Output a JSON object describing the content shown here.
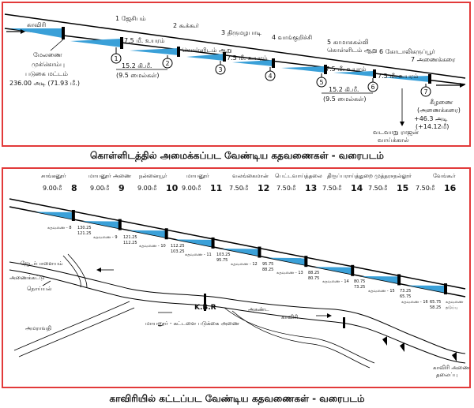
{
  "panel1": {
    "stations": [
      {
        "num": "1",
        "label": "1 ஜேசிபம்"
      },
      {
        "num": "2",
        "label": "2 கூக்கூர்"
      },
      {
        "num": "3",
        "label": "3 திருமழபாடி"
      },
      {
        "num": "4",
        "label": "4 வாங்குறிச்சி"
      },
      {
        "num": "5",
        "label": "5 காமாசுகல்லி"
      },
      {
        "num": "6",
        "label": "6 கோடாலிகருப்பூர்"
      },
      {
        "num": "7",
        "label": "7 அணைக்கரை"
      }
    ],
    "river_label": "காவிரி",
    "height_labels": [
      "7.5 மீ. உயரம்",
      "7.5 மீ. உயரம்",
      "7.5 மீ. உயரம்",
      "7.5 மீ. உயரம்"
    ],
    "kollidam_labels": [
      "கொள்ளிடம் ஆறு",
      "கொள்ளிடம் ஆறு"
    ],
    "dist_labels": [
      {
        "km": "15.2 கி.மீ.",
        "mi": "(9.5 மைல்கள்)"
      },
      {
        "km": "15.2 கி.மீ.",
        "mi": "(9.5 மைல்கள்)"
      }
    ],
    "left_note": [
      "மேலணை",
      "முக்கொம்பு",
      "படுகை மட்டம்",
      "236.00 அடி (71.93 மீ.)"
    ],
    "right_note": [
      "கீழணை",
      "(அணைக்கரை)",
      "+46.3 அடி",
      "(+14.12மீ)"
    ],
    "bottom_note": [
      "வடவாறு ராஜன்",
      "வாய்க்கால்"
    ],
    "caption": "கொள்ளிடத்தில் அமைக்கப்பட வேண்டிய கதவணைகள் - வரைபடம்"
  },
  "panel2": {
    "villages": [
      "சாங்கனூர்",
      "மாயனூர் அணை",
      "நன்னையூர்",
      "மாயனூர்",
      "வலங்கைமான்",
      "பெட்டவாய்த்தலை",
      "திருப்பராய்த்துறை",
      "முத்தரசநல்லூர்",
      "வேங்கூர்"
    ],
    "heights": [
      {
        "h": "9.00மீ",
        "n": "8"
      },
      {
        "h": "9.00மீ",
        "n": "9"
      },
      {
        "h": "9.00மீ",
        "n": "10"
      },
      {
        "h": "9.00மீ",
        "n": "11"
      },
      {
        "h": "7.50மீ",
        "n": "12"
      },
      {
        "h": "7.50மீ",
        "n": "13"
      },
      {
        "h": "7.50மீ",
        "n": "14"
      },
      {
        "h": "7.50மீ",
        "n": "15"
      },
      {
        "h": "7.50மீ",
        "n": "16"
      }
    ],
    "gates": [
      {
        "name": "கதவணை - 8",
        "a": "130.25",
        "b": "121.25"
      },
      {
        "name": "கதவணை - 9",
        "a": "121.25",
        "b": "112.25"
      },
      {
        "name": "கதவணை - 10",
        "a": "112.25",
        "b": "103.25"
      },
      {
        "name": "கதவணை - 11",
        "a": "103.25",
        "b": "95.75"
      },
      {
        "name": "கதவணை - 12",
        "a": "95.75",
        "b": "88.25"
      },
      {
        "name": "கதவணை - 13",
        "a": "88.25",
        "b": "80.75"
      },
      {
        "name": "கதவணை - 14",
        "a": "80.75",
        "b": "73.25"
      },
      {
        "name": "கதவணை - 15",
        "a": "73.25",
        "b": "65.75"
      },
      {
        "name": "கதவணை - 16",
        "a": "65.75",
        "b": "58.25"
      }
    ],
    "last_gate_extra": [
      "கதவணை",
      "தடுப்பு"
    ],
    "map_labels": {
      "jedupalayam": "ஜேடர்பாளையம்",
      "anaikattu": "அணைக்கட்டு",
      "noyyal": "நொய்யல்",
      "amaravathi": "அமராவதி",
      "kbr": "K.B.R",
      "mayanur_dam": "மாயனூர் - கட்டளை படுக்கை அணை",
      "akhandam": "அகண்ட",
      "kaveri": "காவிரி",
      "kaveri_dam": "காவிரி அணை",
      "thalaipu": "தலைப்பு"
    },
    "caption": "காவிரியில் கட்டப்பட வேண்டிய கதவணைகள் - வரைபடம்"
  }
}
